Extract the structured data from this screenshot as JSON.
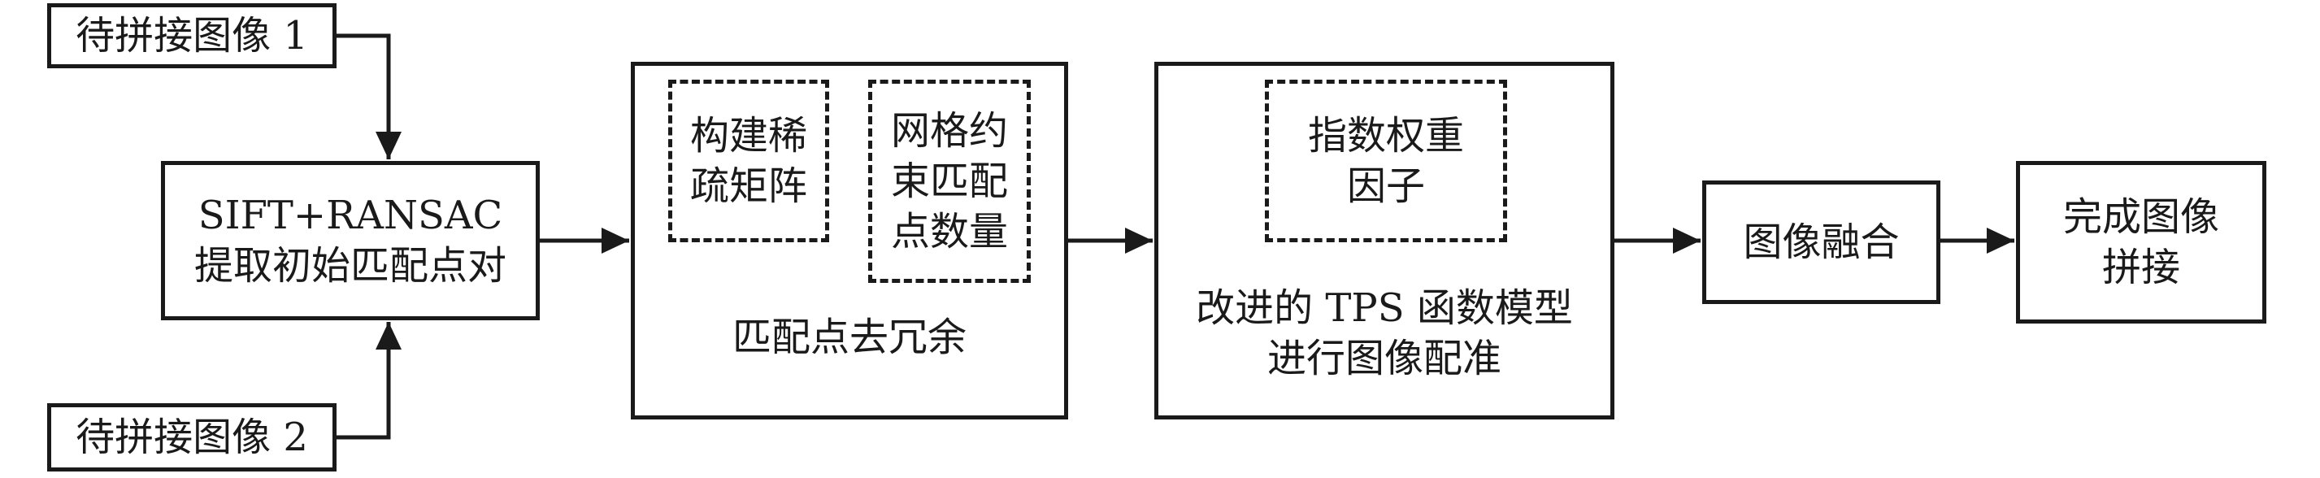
{
  "nodes": {
    "input1": "待拼接图像 1",
    "input2": "待拼接图像 2",
    "sift": "SIFT+RANSAC\n提取初始匹配点对",
    "sparse_matrix": "构建稀\n疏矩阵",
    "grid_constraint": "网格约\n束匹配\n点数量",
    "redundancy_removal": "匹配点去冗余",
    "exp_weight": "指数权重\n因子",
    "tps_registration": "改进的 TPS 函数模型\n进行图像配准",
    "fusion": "图像融合",
    "done": "完成图像\n拼接"
  },
  "colors": {
    "stroke": "#1a1a1a",
    "background": "#ffffff"
  }
}
